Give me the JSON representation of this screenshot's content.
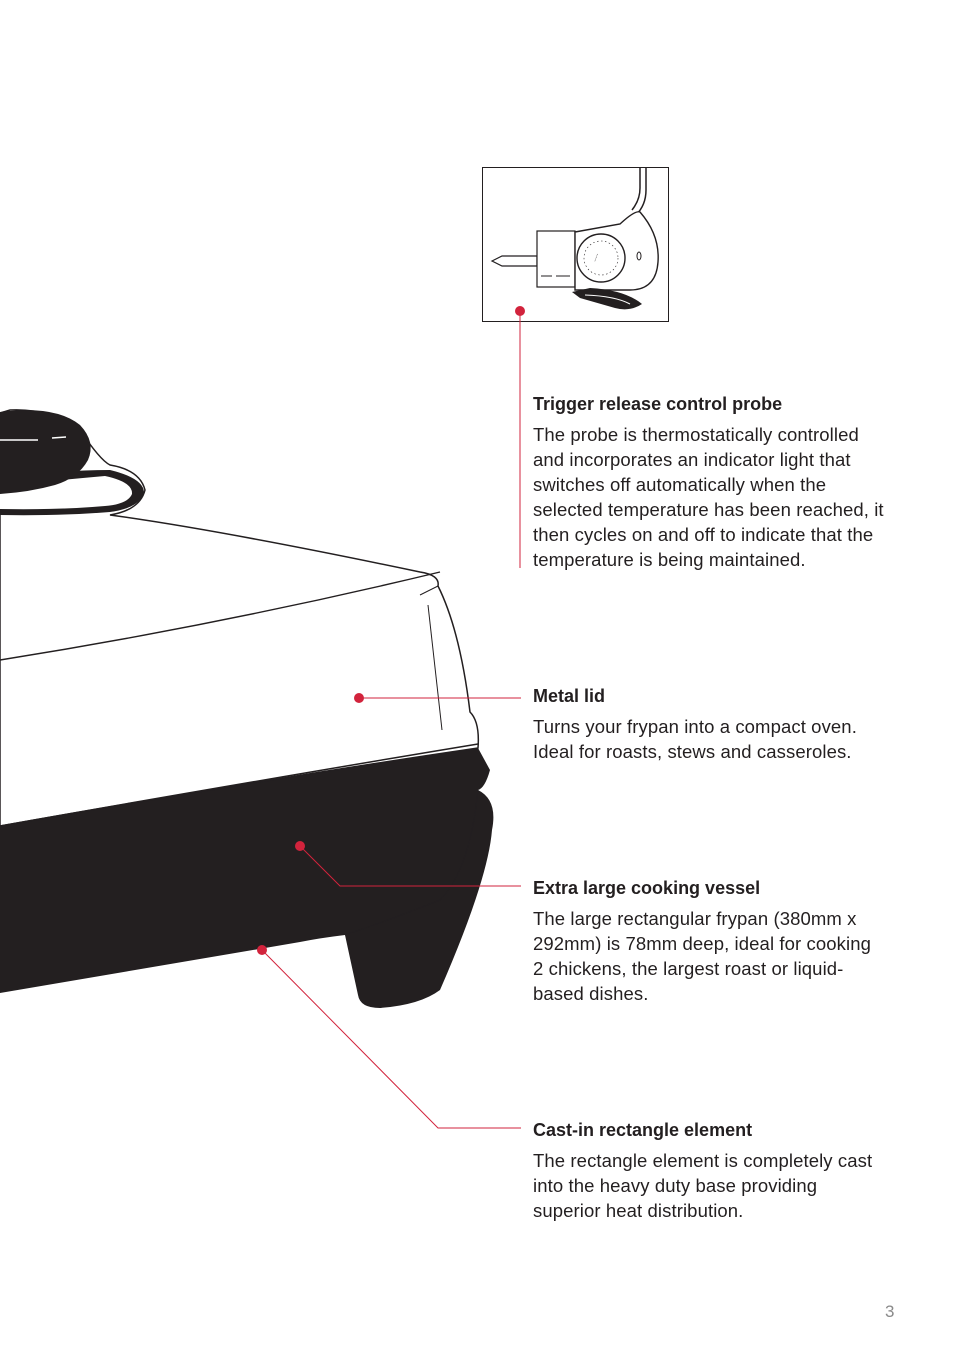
{
  "features": [
    {
      "title": "Trigger release control probe",
      "body": "The probe is thermostatically controlled and incorporates an indicator light that switches off automatically when the selected temperature has been reached, it then cycles on and off to indicate that the temperature is being maintained."
    },
    {
      "title": "Metal lid",
      "body": "Turns your frypan into a compact oven. Ideal for roasts, stews and casseroles."
    },
    {
      "title": "Extra large cooking vessel",
      "body": "The large rectangular frypan (380mm x 292mm) is 78mm deep, ideal for cooking 2 chickens, the largest roast or liquid-based dishes."
    },
    {
      "title": "Cast-in rectangle element",
      "body": "The rectangle element is completely cast into the heavy duty base providing superior heat distribution."
    }
  ],
  "page_number": "3",
  "colors": {
    "accent": "#d2233c",
    "text": "#231f20",
    "product_dark": "#231f20"
  }
}
